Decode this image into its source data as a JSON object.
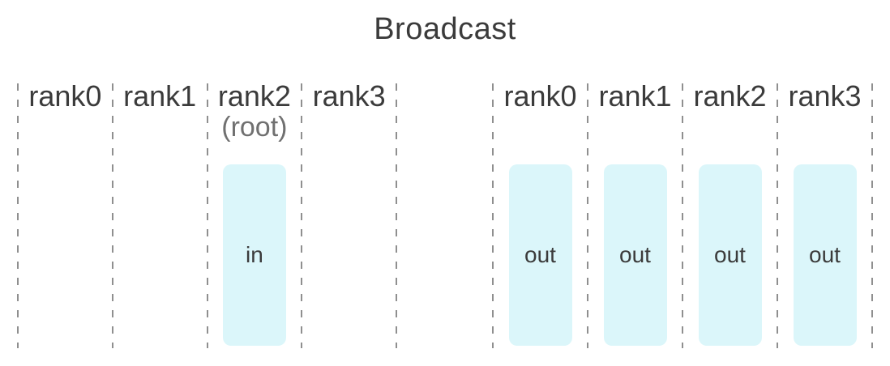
{
  "title": "Broadcast",
  "colors": {
    "box_fill": "#dbf6fa",
    "dash": "#8f8f8f",
    "text_dark": "#3b3b3b",
    "text_muted": "#707070"
  },
  "panels": [
    {
      "name": "input-side",
      "columns": [
        {
          "label": "rank0"
        },
        {
          "label": "rank1"
        },
        {
          "label": "rank2",
          "sublabel": "(root)",
          "buffer": "in"
        },
        {
          "label": "rank3"
        }
      ]
    },
    {
      "name": "output-side",
      "columns": [
        {
          "label": "rank0",
          "buffer": "out"
        },
        {
          "label": "rank1",
          "buffer": "out"
        },
        {
          "label": "rank2",
          "buffer": "out"
        },
        {
          "label": "rank3",
          "buffer": "out"
        }
      ]
    }
  ]
}
